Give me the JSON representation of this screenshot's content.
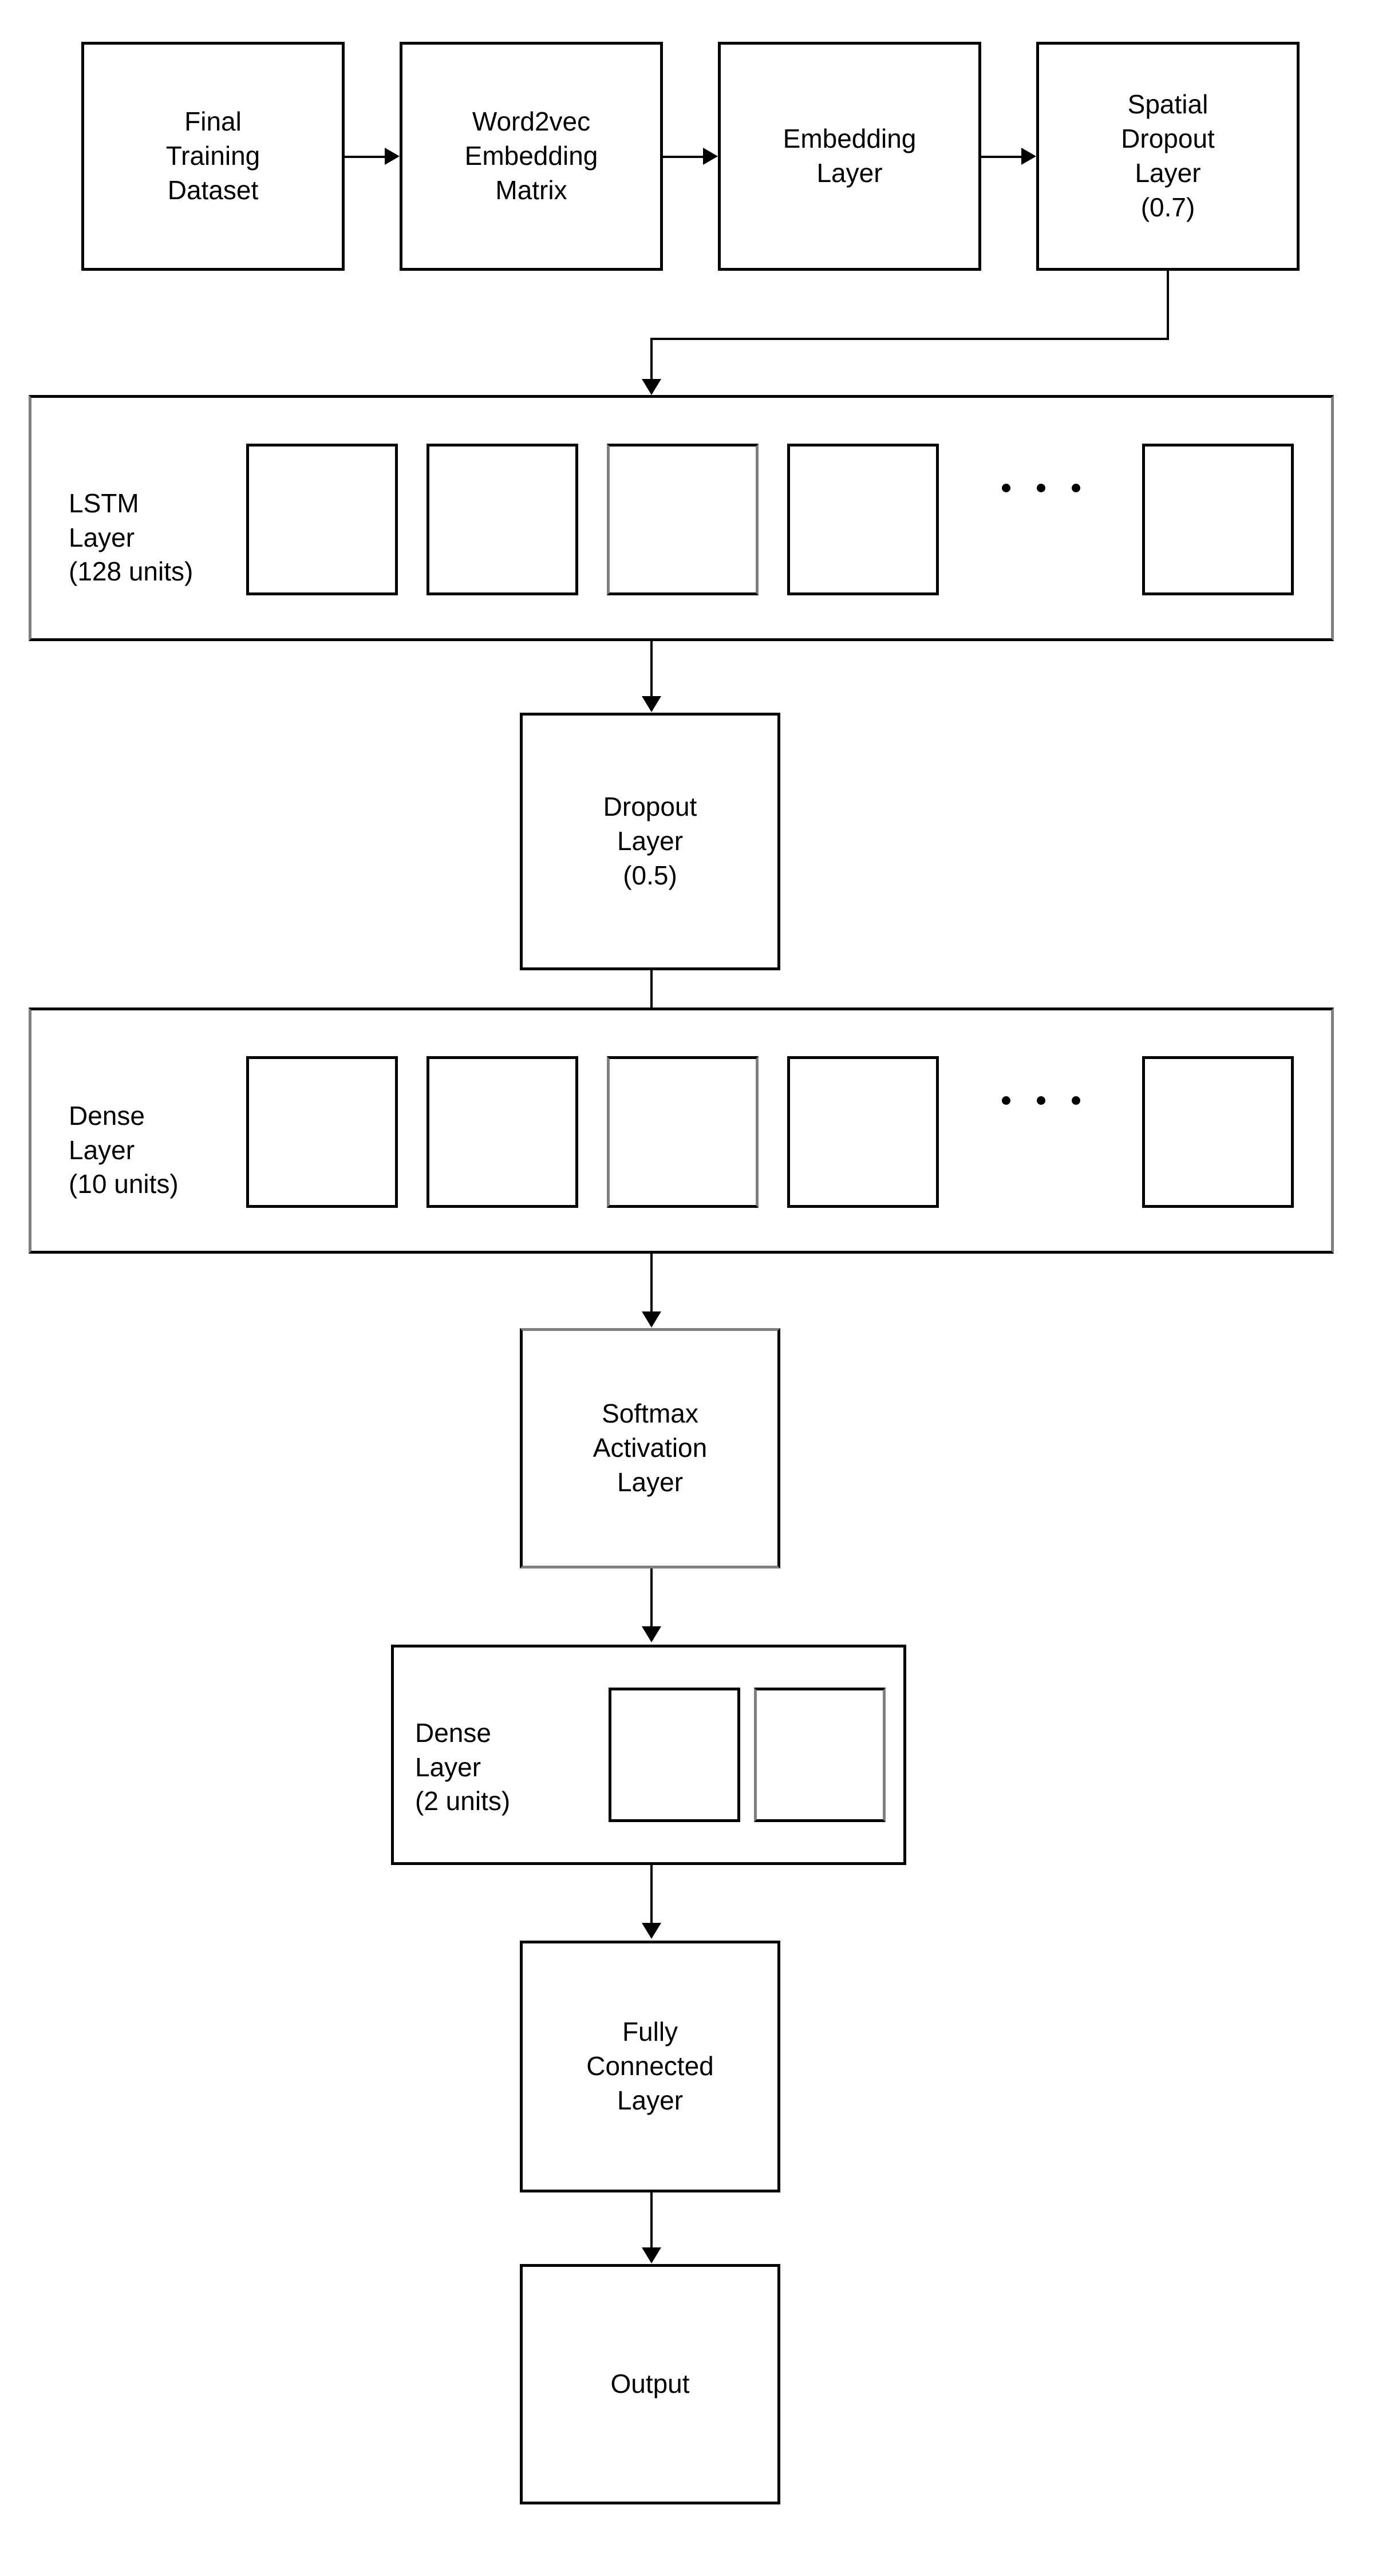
{
  "diagram": {
    "title": "LSTM text-classification model architecture flowchart",
    "orientation": "top-to-bottom",
    "colors": {
      "stroke_black": "#000000",
      "stroke_gray": "#808080",
      "background": "#ffffff"
    },
    "row1": [
      {
        "id": "final-training-dataset",
        "label": "Final\nTraining\nDataset"
      },
      {
        "id": "word2vec-embedding-matrix",
        "label": "Word2vec\nEmbedding\nMatrix"
      },
      {
        "id": "embedding-layer",
        "label": "Embedding\nLayer"
      },
      {
        "id": "spatial-dropout-layer",
        "label": "Spatial\nDropout\nLayer\n(0.7)"
      }
    ],
    "lstm_band": {
      "id": "lstm-layer",
      "label": "LSTM\nLayer\n(128 units)",
      "cell_count": 5,
      "ellipsis_dots": 3
    },
    "dropout_layer": {
      "id": "dropout-layer",
      "label": "Dropout\nLayer\n(0.5)"
    },
    "dense10_band": {
      "id": "dense-layer-10",
      "label": "Dense\nLayer\n(10 units)",
      "cell_count": 5,
      "ellipsis_dots": 3
    },
    "softmax_layer": {
      "id": "softmax-activation-layer",
      "label": "Softmax\nActivation\nLayer"
    },
    "dense2_band": {
      "id": "dense-layer-2",
      "label": "Dense\nLayer\n(2 units)",
      "cell_count": 2
    },
    "fully_connected_layer": {
      "id": "fully-connected-layer",
      "label": "Fully\nConnected\nLayer"
    },
    "output_node": {
      "id": "output",
      "label": "Output"
    }
  }
}
